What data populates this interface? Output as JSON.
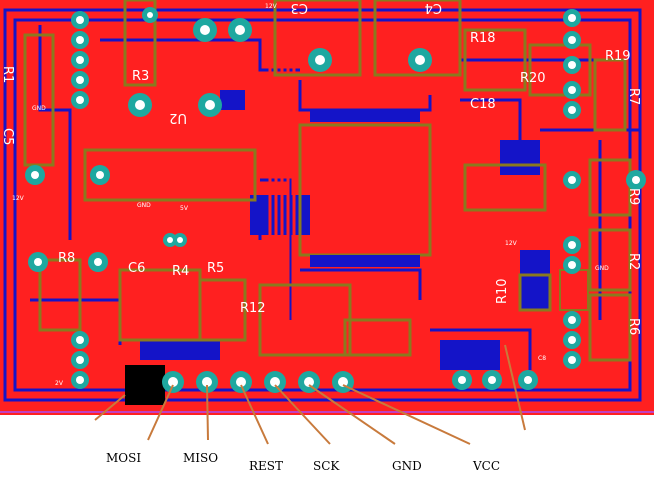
{
  "board": {
    "silkscreen_refs": {
      "r1": "R1",
      "c3": "C3",
      "c5": "C5",
      "c4": "C4",
      "r3a": "R3",
      "u2": "U2",
      "r18": "R18",
      "c18": "C18",
      "r20": "R20",
      "r19": "R19",
      "r7": "R7",
      "r8": "R8",
      "r4": "R4",
      "r5": "R5",
      "r9": "R9",
      "r2": "R2",
      "r6": "R6",
      "r10": "R10",
      "r12": "R12",
      "c6": "C6"
    },
    "small_labels": {
      "v12_top": "12V",
      "v12_left": "12V",
      "gnd_left": "GND",
      "v5_mid": "5V",
      "v12_right": "12V",
      "gnd_right": "GND",
      "gnd_mid": "GND",
      "v2_left": "2V",
      "c8": "C8"
    }
  },
  "connector": {
    "pins": [
      "MOSI",
      "MISO",
      "REST",
      "SCK",
      "GND",
      "VCC"
    ]
  },
  "colors": {
    "copper_top": "#ff2020",
    "copper_bottom": "#1414c8",
    "silkscreen": "#8a7a1e",
    "pad_ring": "#1ea8a0",
    "annotation_line": "#c87a3c",
    "board_edge": "#c040c0"
  }
}
